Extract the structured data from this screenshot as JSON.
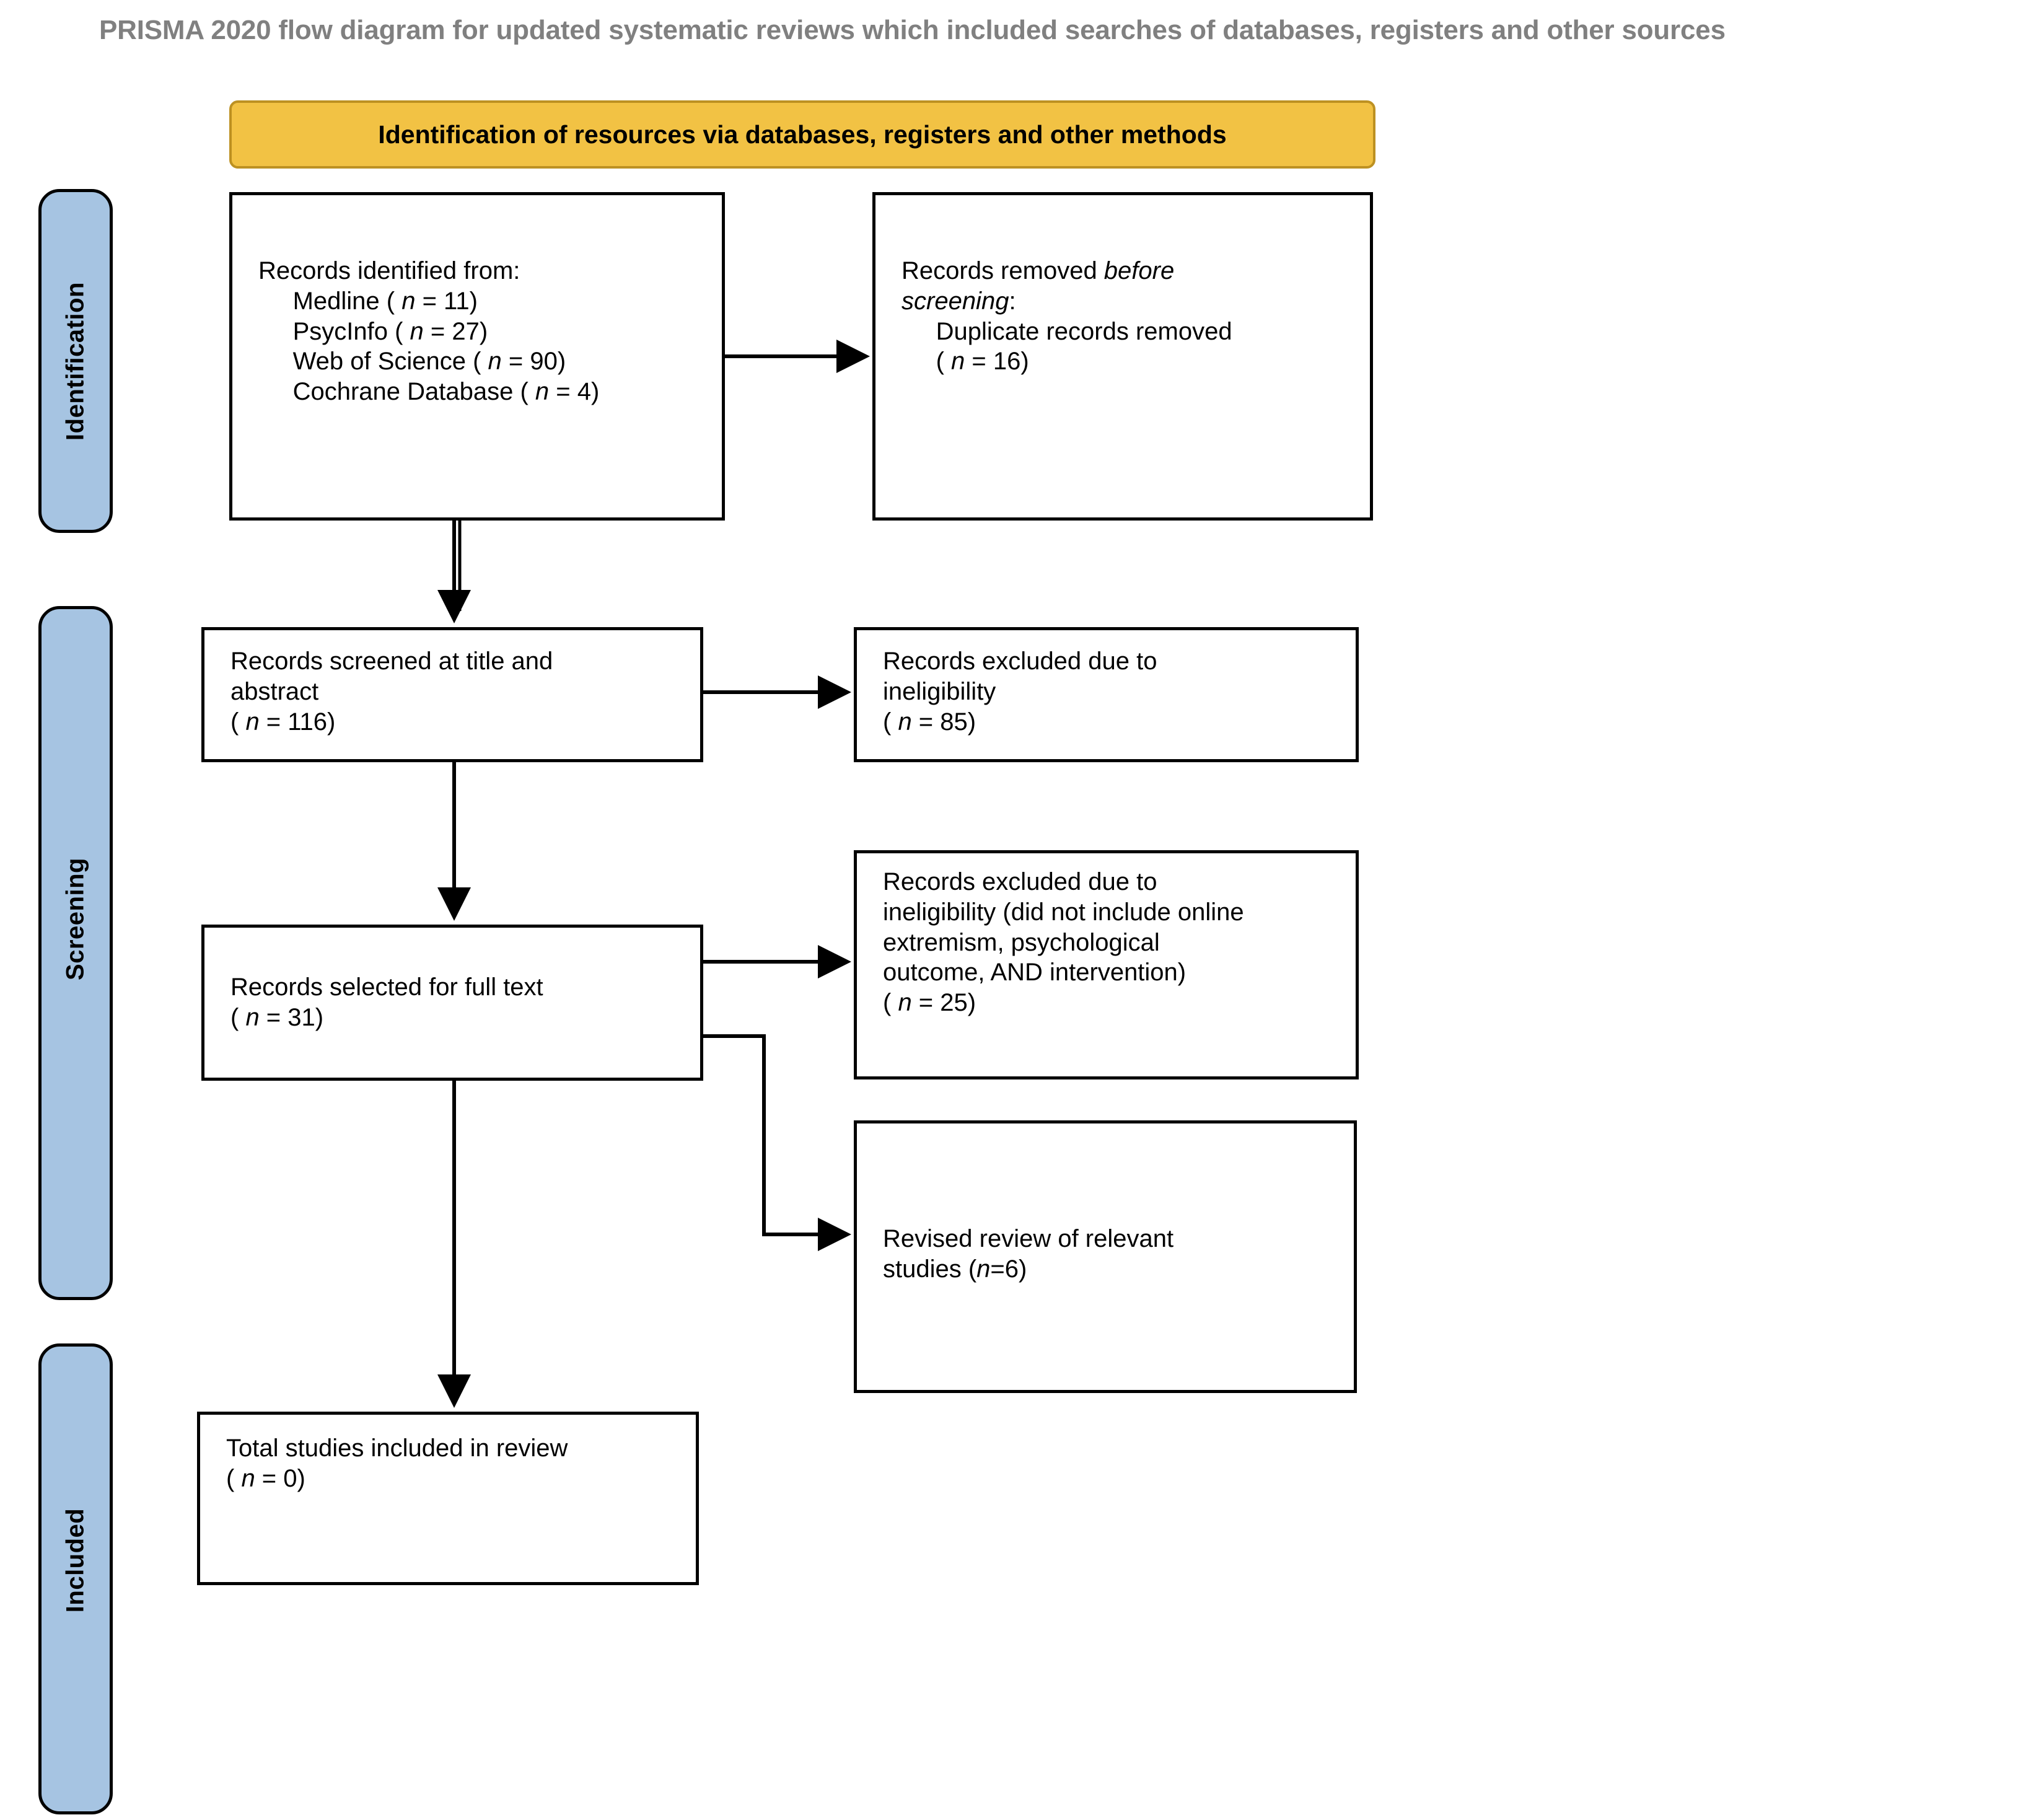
{
  "title": "PRISMA 2020 flow diagram for updated systematic reviews which included searches of databases, registers and other sources",
  "colors": {
    "title_gray": "#808080",
    "banner_fill": "#f2c244",
    "banner_border": "#bd9122",
    "phase_fill": "#a6c4e2",
    "box_border": "#000000",
    "box_fill": "#ffffff"
  },
  "banner": {
    "label": "Identification of resources via databases, registers and other methods"
  },
  "phases": [
    {
      "key": "identification",
      "label": "Identification"
    },
    {
      "key": "screening",
      "label": "Screening"
    },
    {
      "key": "included",
      "label": "Included"
    }
  ],
  "boxes": {
    "identified": {
      "name": "records-identified",
      "lines": [
        "Records identified from:",
        "    Medline ( n = 11)",
        "    PsycInfo ( n = 27)",
        "    Web of Science ( n = 90)",
        "    Cochrane Database ( n = 4)"
      ],
      "text": "Records identified from:\n     Medline ( n = 11)\n     PsycInfo ( n = 27)\n     Web of Science ( n = 90)\n     Cochrane Database ( n = 4)"
    },
    "removed": {
      "name": "records-removed-before-screening",
      "lines": [
        "Records removed before",
        "screening:",
        "    Duplicate records removed",
        "    ( n = 16)"
      ],
      "italic_phrase": "before screening",
      "text": "Records removed before\nscreening:\n     Duplicate records removed\n     ( n = 16)"
    },
    "screened": {
      "name": "records-screened",
      "lines": [
        "Records screened at title and",
        "abstract",
        "( n = 116)"
      ],
      "text": "Records screened at title and\nabstract\n( n = 116)"
    },
    "excluded_1": {
      "name": "records-excluded-ineligibility",
      "lines": [
        "Records excluded due to",
        "ineligibility",
        "( n = 85)"
      ],
      "text": "Records excluded due to\nineligibility\n( n = 85)"
    },
    "fulltext": {
      "name": "records-selected-full-text",
      "lines": [
        "Records selected for full text",
        "( n = 31)"
      ],
      "text": "Records selected for full text\n( n = 31)"
    },
    "excluded_2": {
      "name": "records-excluded-detailed",
      "lines": [
        "Records excluded due to",
        "ineligibility (did not include online",
        "extremism, psychological",
        "outcome, AND intervention)",
        "( n = 25)"
      ],
      "text": "Records excluded due to\nineligibility (did not include online\nextremism, psychological\noutcome, AND intervention)\n( n = 25)"
    },
    "revised": {
      "name": "revised-review-relevant-studies",
      "lines": [
        "Revised review of relevant",
        "studies (n=6)"
      ],
      "text": "Revised review of relevant\nstudies (n=6)"
    },
    "total": {
      "name": "total-studies-included",
      "lines": [
        "Total studies included in review",
        "( n = 0)"
      ],
      "text": "Total studies included in review\n( n = 0)"
    }
  },
  "chart_data": {
    "type": "diagram",
    "diagram_kind": "PRISMA 2020 flow diagram",
    "nodes": [
      {
        "id": "identified",
        "label": "Records identified from",
        "sources": [
          {
            "name": "Medline",
            "n": 11
          },
          {
            "name": "PsycInfo",
            "n": 27
          },
          {
            "name": "Web of Science",
            "n": 90
          },
          {
            "name": "Cochrane Database",
            "n": 4
          }
        ],
        "phase": "Identification"
      },
      {
        "id": "removed",
        "label": "Records removed before screening: Duplicate records removed",
        "n": 16,
        "phase": "Identification"
      },
      {
        "id": "screened",
        "label": "Records screened at title and abstract",
        "n": 116,
        "phase": "Screening"
      },
      {
        "id": "excluded_1",
        "label": "Records excluded due to ineligibility",
        "n": 85,
        "phase": "Screening"
      },
      {
        "id": "fulltext",
        "label": "Records selected for full text",
        "n": 31,
        "phase": "Screening"
      },
      {
        "id": "excluded_2",
        "label": "Records excluded due to ineligibility (did not include online extremism, psychological outcome, AND intervention)",
        "n": 25,
        "phase": "Screening"
      },
      {
        "id": "revised",
        "label": "Revised review of relevant studies",
        "n": 6,
        "phase": "Screening"
      },
      {
        "id": "total",
        "label": "Total studies included in review",
        "n": 0,
        "phase": "Included"
      }
    ],
    "edges": [
      {
        "from": "identified",
        "to": "removed",
        "kind": "horizontal"
      },
      {
        "from": "identified",
        "to": "screened",
        "kind": "vertical"
      },
      {
        "from": "screened",
        "to": "excluded_1",
        "kind": "horizontal"
      },
      {
        "from": "screened",
        "to": "fulltext",
        "kind": "vertical"
      },
      {
        "from": "fulltext",
        "to": "excluded_2",
        "kind": "horizontal"
      },
      {
        "from": "fulltext",
        "to": "revised",
        "kind": "elbow"
      },
      {
        "from": "fulltext",
        "to": "total",
        "kind": "vertical"
      }
    ]
  }
}
